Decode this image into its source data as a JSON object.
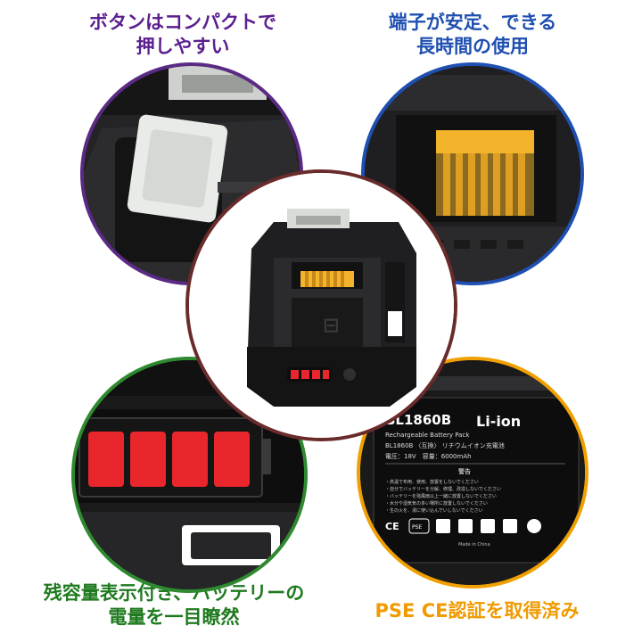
{
  "captions": {
    "top_left": {
      "line1": "ボタンはコンパクトで",
      "line2": "押しやすい",
      "color": "#5b1f8f"
    },
    "top_right": {
      "line1": "端子が安定、できる",
      "line2": "長時間の使用",
      "color": "#1f4fb0"
    },
    "bottom_left": {
      "line1": "残容量表示付き、バッテリーの",
      "line2": "電量を一目瞭然",
      "color": "#1f7a1f"
    },
    "bottom_right": {
      "line1": "PSE CE認証を取得済み",
      "color": "#f09a00"
    }
  },
  "label": {
    "model": "BL1860B",
    "type": "Li-ion",
    "subtitle": "Rechargeable Battery Pack",
    "compat": "BL1860B 〈互換〉 リチウムイオン充電池",
    "spec": "電圧：18V　容量：6000mAh",
    "warning_title": "警告",
    "warnings": [
      "・高温で布用、使用、放置をしないでください",
      "・自分でバッテリーを分解、修理、改造しないでください",
      "・バッテリーを強風雨以上一緒に放置しないでください",
      "・水分や湿気気の多い場所に放置しないでください",
      "・生の火を、湯に使い込んでいしないでください"
    ],
    "made_in": "Made in China",
    "cert_marks": [
      "CE",
      "PSE"
    ]
  },
  "indicator": {
    "lit_segments": 4,
    "total_segments": 4,
    "color": "#e8262b"
  },
  "colors": {
    "body": "#1d1d1f",
    "contact": "#f3b32b",
    "button": "#e9ebe8"
  }
}
